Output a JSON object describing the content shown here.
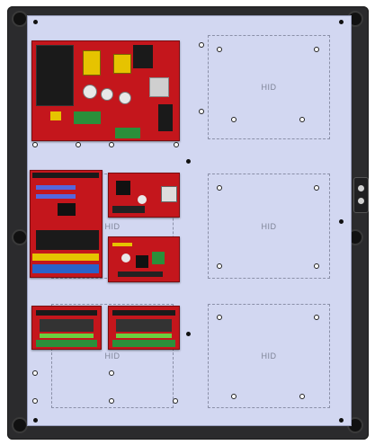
{
  "diagram": {
    "placeholders": [
      {
        "id": "hid-top-right",
        "label": "HID"
      },
      {
        "id": "hid-mid-right",
        "label": "HID"
      },
      {
        "id": "hid-bottom-right",
        "label": "HID"
      },
      {
        "id": "hid-mid-left",
        "label": "HID"
      },
      {
        "id": "hid-bottom-left",
        "label": "HID"
      }
    ]
  }
}
